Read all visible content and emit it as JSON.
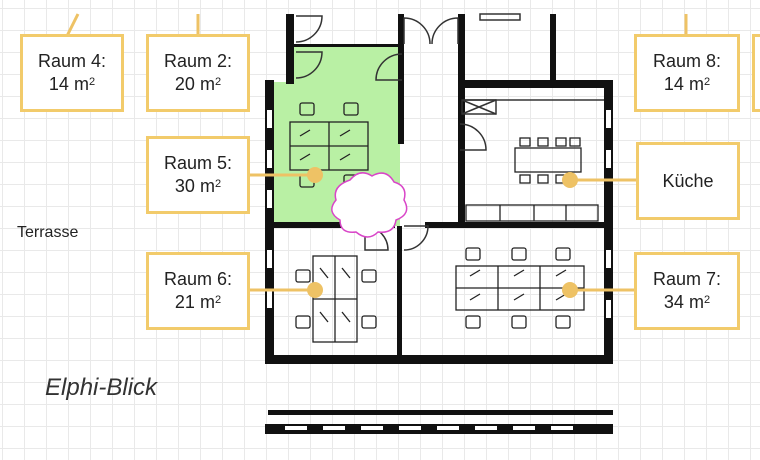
{
  "rooms": [
    {
      "name": "Raum 4:",
      "area": "14 m",
      "unit_sup": "2"
    },
    {
      "name": "Raum 2:",
      "area": "20 m",
      "unit_sup": "2"
    },
    {
      "name": "Raum 5:",
      "area": "30 m",
      "unit_sup": "2"
    },
    {
      "name": "Raum 6:",
      "area": "21 m",
      "unit_sup": "2"
    },
    {
      "name": "Raum 8:",
      "area": "14 m",
      "unit_sup": "2"
    },
    {
      "name": "Küche"
    },
    {
      "name": "Raum 7:",
      "area": "34 m",
      "unit_sup": "2"
    }
  ],
  "labels": {
    "terrasse": "Terrasse",
    "view": "Elphi-Blick"
  },
  "colors": {
    "label_border": "#f2cb6b",
    "marker": "#eec265",
    "highlight": "#b9f0a4",
    "wall": "#111111",
    "tree": "#d946c8",
    "grid": "#e9e9e9"
  }
}
